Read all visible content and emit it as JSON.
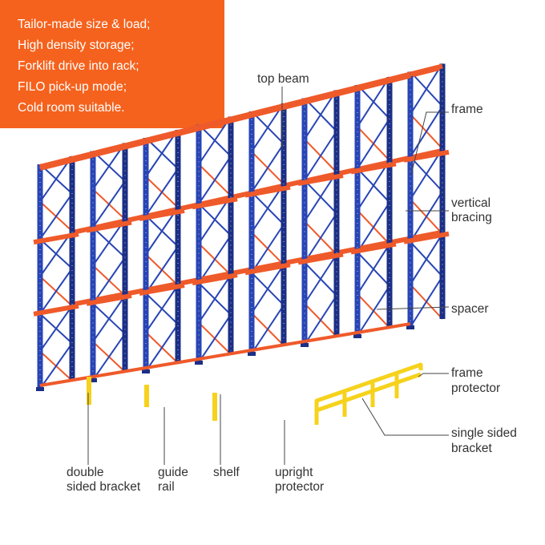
{
  "info_box": {
    "lines": [
      "Tailor-made size & load;",
      "High density storage;",
      "Forklift drive into rack;",
      "FILO pick-up mode;",
      "Cold room suitable."
    ],
    "background": "#f5621d",
    "text_color": "#ffffff"
  },
  "labels": {
    "top_beam": "top beam",
    "frame": "frame",
    "vertical_bracing_1": "vertical",
    "vertical_bracing_2": "bracing",
    "spacer": "spacer",
    "frame_protector_1": "frame",
    "frame_protector_2": "protector",
    "single_sided_bracket_1": "single sided",
    "single_sided_bracket_2": "bracket",
    "double_sided_bracket_1": "double",
    "double_sided_bracket_2": "sided bracket",
    "guide_rail_1": "guide",
    "guide_rail_2": "rail",
    "shelf": "shelf",
    "upright_protector_1": "upright",
    "upright_protector_2": "protector"
  },
  "colors": {
    "upright_blue": "#2845b5",
    "upright_blue_dark": "#1b2f86",
    "beam_orange": "#ef5a2a",
    "protector_yellow": "#f6d21c",
    "leader_line": "#444444",
    "label_text": "#333333"
  }
}
